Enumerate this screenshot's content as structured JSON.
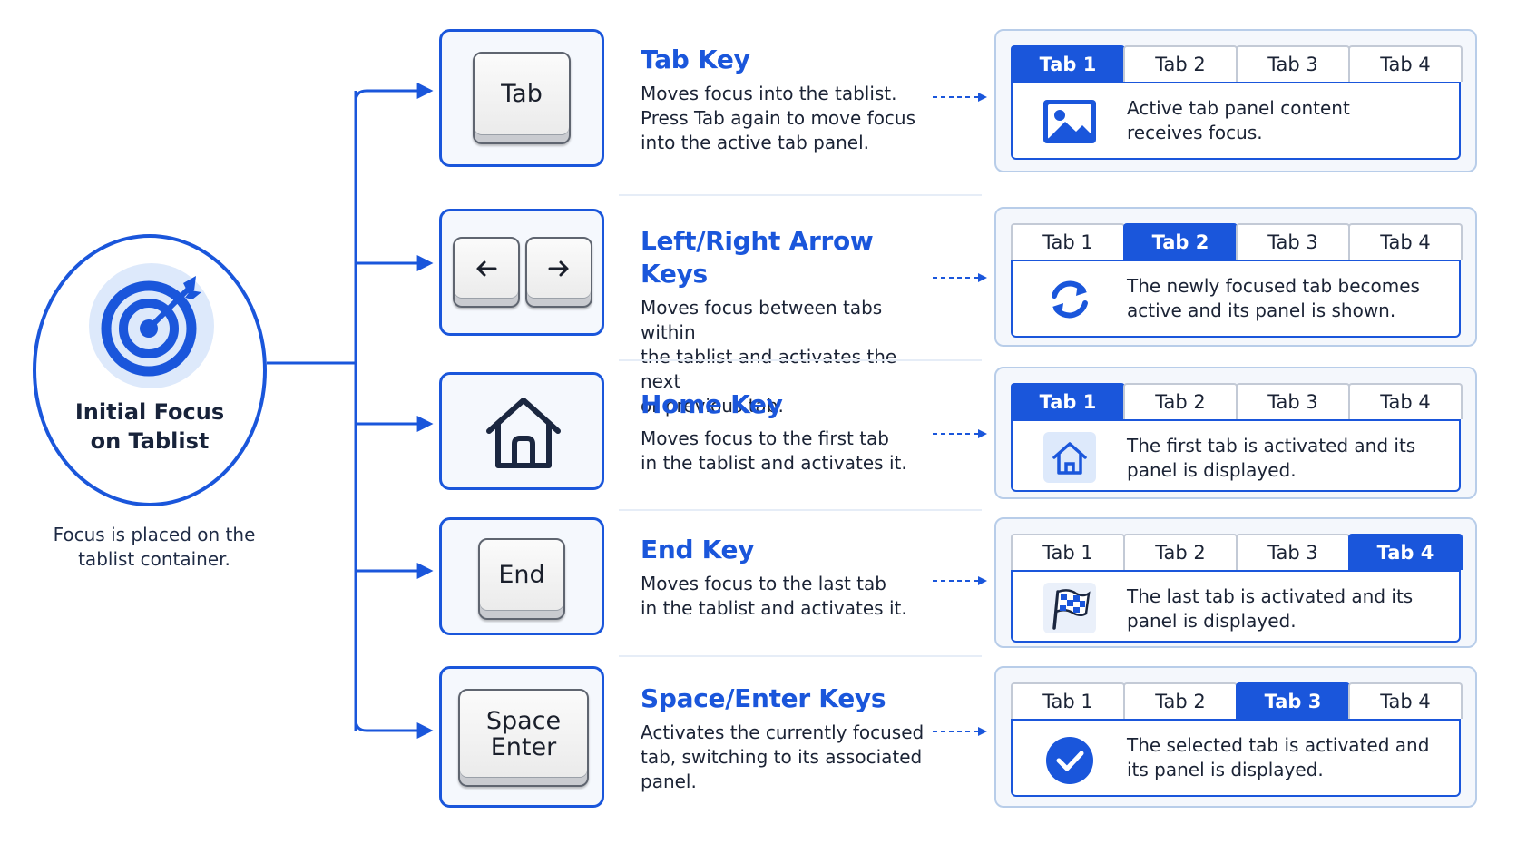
{
  "colors": {
    "accent": "#1a56db",
    "accent_light": "#dde9fb",
    "card_border": "#b8cde9"
  },
  "initial_focus": {
    "icon": "target-icon",
    "title": "Initial Focus\non Tablist",
    "caption": "Focus is placed on the tablist container."
  },
  "tab_labels": [
    "Tab 1",
    "Tab 2",
    "Tab 3",
    "Tab 4"
  ],
  "rows": [
    {
      "key": "Tab",
      "title": "Tab Key",
      "text": "Moves focus into the tablist.\nPress Tab again to move focus\ninto the active tab panel.",
      "active_tab": "Tab 1",
      "panel_icon": "image-icon",
      "panel_text": "Active tab panel content\nreceives focus."
    },
    {
      "key_left": "left-arrow-icon",
      "key_right": "right-arrow-icon",
      "title": "Left/Right Arrow Keys",
      "text": "Moves focus between tabs within\nthe tablist and activates the next\nor previous tab.",
      "active_tab": "Tab 2",
      "panel_icon": "refresh-icon",
      "panel_text": "The newly focused tab becomes\nactive and its panel is shown."
    },
    {
      "key_icon": "home-icon",
      "title": "Home Key",
      "text": "Moves focus to the first tab\nin the tablist and activates it.",
      "active_tab": "Tab 1",
      "panel_icon": "home-icon",
      "panel_text": "The first tab is activated and its\npanel is displayed."
    },
    {
      "key": "End",
      "title": "End Key",
      "text": "Moves focus to the last tab\nin the tablist and activates it.",
      "active_tab": "Tab 4",
      "panel_icon": "checkered-flag-icon",
      "panel_text": "The last tab is activated and its\npanel is displayed."
    },
    {
      "key": "Space\nEnter",
      "title": "Space/Enter Keys",
      "text": "Activates the currently focused\ntab, switching to its associated\npanel.",
      "active_tab": "Tab 3",
      "panel_icon": "checkmark-circle-icon",
      "panel_text": "The selected tab is activated and\nits panel is displayed."
    }
  ]
}
